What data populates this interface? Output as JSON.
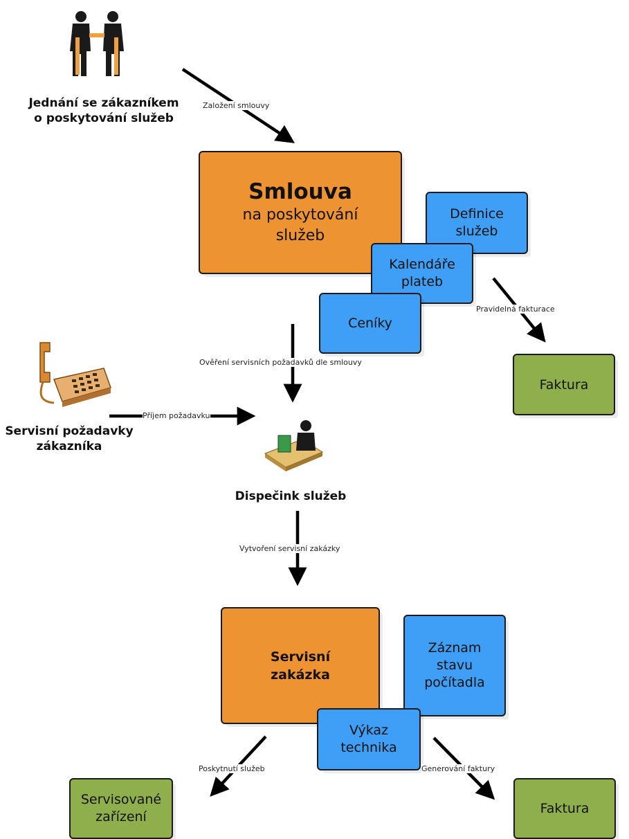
{
  "top_caption": {
    "line1": "Jednání se zákazníkem",
    "line2": "o poskytování služeb"
  },
  "contract_box": {
    "title": "Smlouva",
    "line2": "na poskytování",
    "line3": "služeb"
  },
  "contract_tabs": {
    "definice": "Definice\nslužeb",
    "kalendare": "Kalendáře\nplateb",
    "ceniky": "Ceníky"
  },
  "invoice_top": "Faktura",
  "phone_caption": {
    "line1": "Servisní požadavky",
    "line2": "zákazníka"
  },
  "dispatch_caption": "Dispečink služeb",
  "order_box": {
    "line1": "Servisní",
    "line2": "zakázka"
  },
  "order_tabs": {
    "zaznam": "Záznam\nstavu\npočítadla",
    "vykaz": "Výkaz\ntechnika"
  },
  "device_box": "Servisované\nzařízení",
  "invoice_bottom": "Faktura",
  "arrow_labels": {
    "zalozeni": "Založení smlouvy",
    "fakturace": "Pravidelná fakturace",
    "overeni": "Ověření servisních požadavků dle smlouvy",
    "prijem": "Příjem požadavku",
    "vytvoreni": "Vytvoření servisní zakázky",
    "poskytnuti": "Poskytnutí služeb",
    "generovani": "Generování faktury"
  },
  "icons": [
    "handshake-icon",
    "telephone-icon",
    "dispatcher-icon"
  ],
  "colors": {
    "orange": "#ee9332",
    "blue": "#3f9ef5",
    "green": "#8faf4d"
  }
}
